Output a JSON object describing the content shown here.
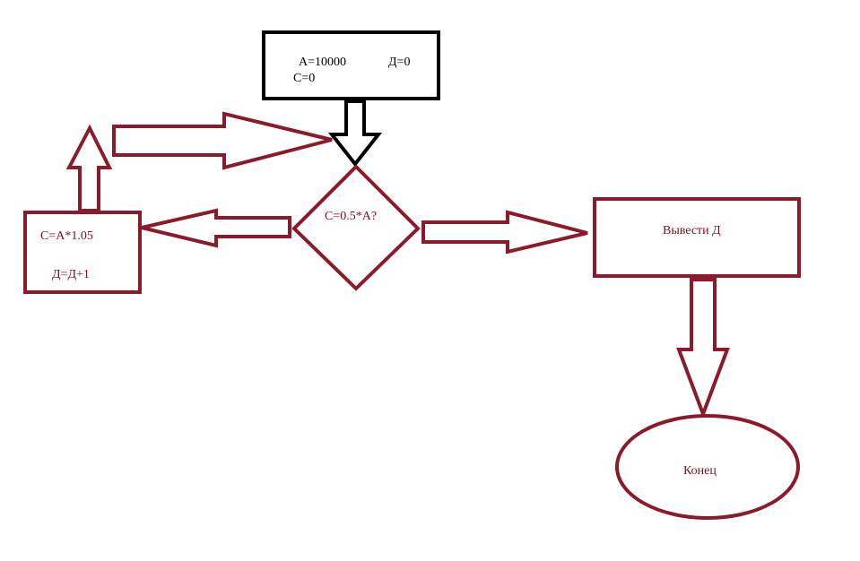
{
  "colors": {
    "primary": "#8b1a2b",
    "text_red": "#7b1020",
    "black": "#000000",
    "background": "#ffffff"
  },
  "nodes": {
    "start": {
      "line1_a": "A=10000",
      "line1_d": "Д=0",
      "line2": "C=0"
    },
    "decision": {
      "label": "C=0.5*A?"
    },
    "loop_body": {
      "line1": "C=A*1.05",
      "line2": "Д=Д+1"
    },
    "output": {
      "label": "Вывести Д"
    },
    "end": {
      "label": "Конец"
    }
  }
}
